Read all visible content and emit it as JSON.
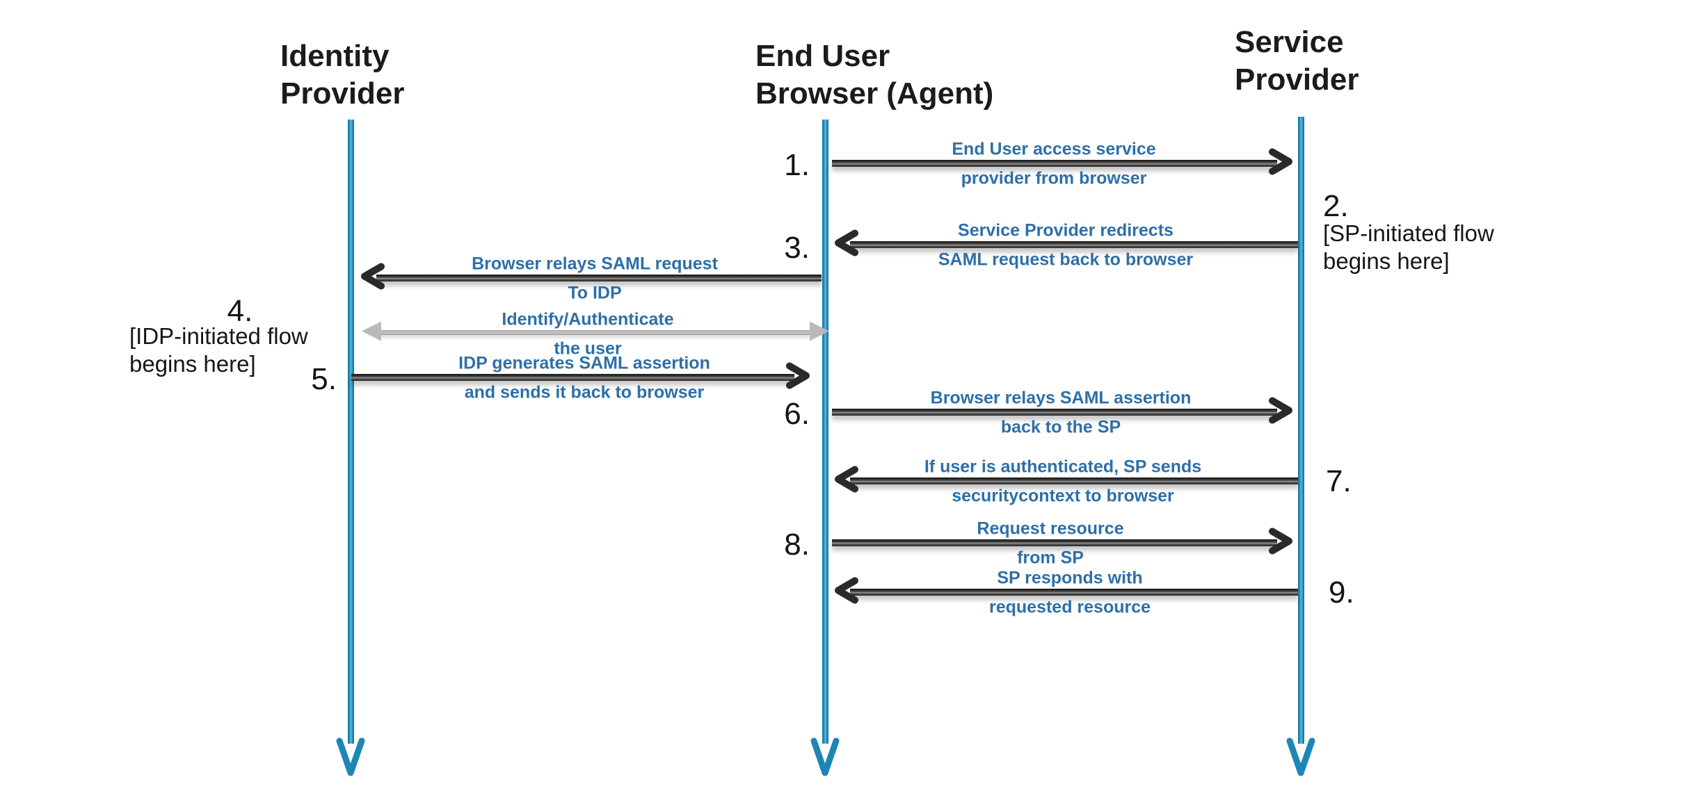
{
  "diagram": {
    "type": "sequence",
    "description": "SAML single sign-on flow between an Identity Provider, an End User Browser (Agent) and a Service Provider",
    "colors": {
      "background": "#ffffff",
      "lifeline_blue": "#1e86b5",
      "arrow_dark": "#2b2b2b",
      "arrow_gray": "#b5b5b5",
      "label_blue": "#2e6fa8",
      "text_black": "#1a1a1a"
    },
    "actors": [
      {
        "id": "identity-provider",
        "line1": "Identity",
        "line2": "Provider"
      },
      {
        "id": "browser",
        "line1": "End User",
        "line2": "Browser (Agent)"
      },
      {
        "id": "service-provider",
        "line1": "Service",
        "line2": "Provider"
      }
    ],
    "notes": [
      {
        "num": "2.",
        "line1": "[SP-initiated flow",
        "line2": "begins here]",
        "anchor": "service-provider"
      },
      {
        "num": "4.",
        "line1": "[IDP-initiated flow",
        "line2": "begins here]",
        "anchor": "identity-provider"
      }
    ],
    "messages": [
      {
        "num": "1.",
        "line1": "End User access service",
        "line2": "provider from browser",
        "from": "browser",
        "to": "service-provider",
        "style": "dark"
      },
      {
        "num": "3.",
        "line1": "Service Provider redirects",
        "line2": "SAML request back to browser",
        "from": "service-provider",
        "to": "browser",
        "style": "dark"
      },
      {
        "num": "",
        "line1": "Browser relays SAML request",
        "line2": "To IDP",
        "from": "browser",
        "to": "identity-provider",
        "style": "dark"
      },
      {
        "num": "",
        "line1": "Identify/Authenticate",
        "line2": "the user",
        "from": "identity-provider",
        "to": "browser",
        "style": "gray",
        "bidirectional": true
      },
      {
        "num": "5.",
        "line1": "IDP generates SAML assertion",
        "line2": "and sends it back to browser",
        "from": "identity-provider",
        "to": "browser",
        "style": "dark"
      },
      {
        "num": "6.",
        "line1": "Browser relays SAML assertion",
        "line2": "back to the SP",
        "from": "browser",
        "to": "service-provider",
        "style": "dark"
      },
      {
        "num": "7.",
        "line1": "If user is authenticated, SP sends",
        "line2": "securitycontext to browser",
        "from": "service-provider",
        "to": "browser",
        "style": "dark"
      },
      {
        "num": "8.",
        "line1": "Request resource",
        "line2": "from SP",
        "from": "browser",
        "to": "service-provider",
        "style": "dark"
      },
      {
        "num": "9.",
        "line1": "SP responds with",
        "line2": "requested resource",
        "from": "service-provider",
        "to": "browser",
        "style": "dark"
      }
    ]
  }
}
